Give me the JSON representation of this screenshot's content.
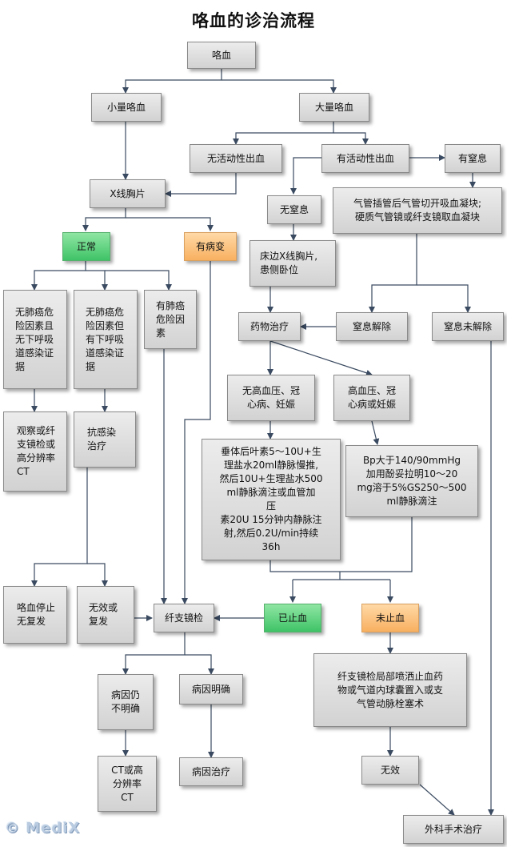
{
  "title": "咯血的诊治流程",
  "logo": "© MediX",
  "colors": {
    "green": "#4cc66f",
    "orange": "#f8b060",
    "gray": "#dcdcdc",
    "line": "#3a4a60"
  },
  "nodes": {
    "hemoptysis": "咯血",
    "small": "小量咯血",
    "large": "大量咯血",
    "no_active": "无活动性出血",
    "active": "有活动性出血",
    "asphyxia": "有窒息",
    "xray": "X线胸片",
    "intubation": "气管插管后气管切开吸血凝块;\n硬质气管镜或纤支镜取血凝块",
    "no_asphyxia": "无窒息",
    "normal": "正常",
    "lesion": "有病变",
    "bedside_xray": "床边X线胸片,\n患侧卧位",
    "no_risk_no_infection": "无肺癌危\n险因素且\n无下呼吸\n道感染证\n据",
    "no_risk_infection": "无肺癌危\n险因素但\n有下呼吸\n道感染证\n据",
    "risk": "有肺癌\n危险因\n素",
    "drug": "药物治疗",
    "relieved": "窒息解除",
    "not_relieved": "窒息未解除",
    "no_hypertension": "无高血压、冠\n心病、妊娠",
    "hypertension": "高血压、冠\n心病或妊娠",
    "observe": "观察或纤\n支镜检或\n高分辨率\nCT",
    "antiinfection": "抗感染\n治疗",
    "pituitrin": "垂体后叶素5～10U+生\n理盐水20ml静脉慢推,\n然后10U+生理盐水500\nml静脉滴注或血管加\n压\n素20U 15分钟内静脉注\n射,然后0.2U/min持续\n36h",
    "phentolamine": "Bp大于140/90mmHg\n加用酚妥拉明10～20\nmg溶于5%GS250～500\nml静脉滴注",
    "stopped_no_recur": "咯血停止\n无复发",
    "ineffective_recur": "无效或\n复发",
    "bronchoscopy": "纤支镜检",
    "bleeding_stopped": "已止血",
    "bleeding_not_stopped": "未止血",
    "local_treatment": "纤支镜检局部喷洒止血药\n物或气道内球囊置入或支\n气管动脉栓塞术",
    "cause_unclear": "病因仍\n不明确",
    "cause_clear": "病因明确",
    "ct_hr": "CT或高\n分辨率\nCT",
    "cause_treatment": "病因治疗",
    "ineffective": "无效",
    "surgery": "外科手术治疗"
  }
}
